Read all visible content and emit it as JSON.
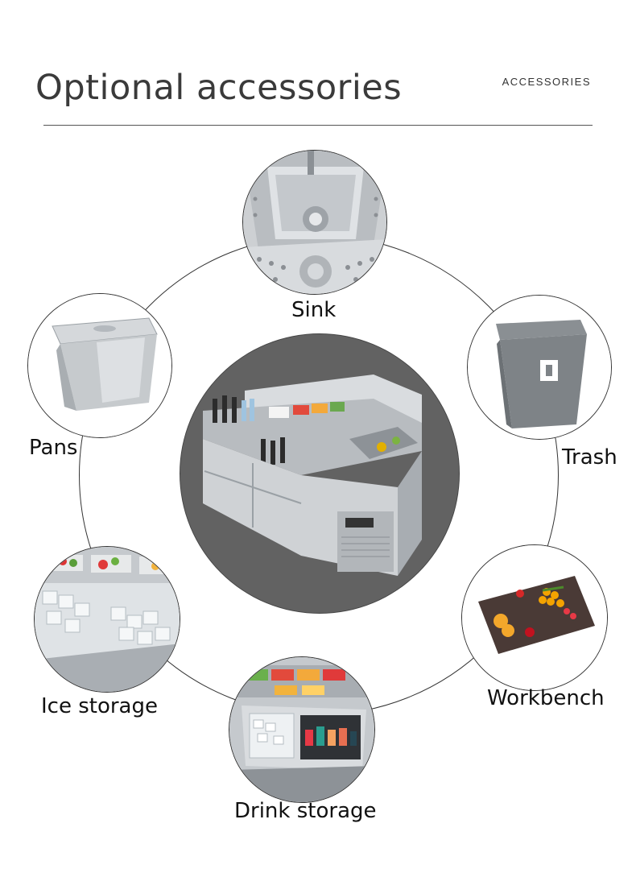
{
  "header": {
    "title": "Optional accessories",
    "tag": "ACCESSORIES"
  },
  "items": {
    "sink": "Sink",
    "trash": "Trash",
    "workbench": "Workbench",
    "drink_storage": "Drink storage",
    "ice_storage": "Ice storage",
    "pans": "Pans"
  },
  "colors": {
    "ring": "#333333",
    "center_bg": "#606060",
    "steel": "#c9ccd0",
    "trash_gray": "#7f8488",
    "board": "#4a3a36"
  },
  "icons": [
    "sink-photo",
    "trash-bin-photo",
    "cutting-board-photo",
    "drink-drawer-photo",
    "ice-bin-photo",
    "gastronorm-pan-photo",
    "bar-station-photo"
  ]
}
